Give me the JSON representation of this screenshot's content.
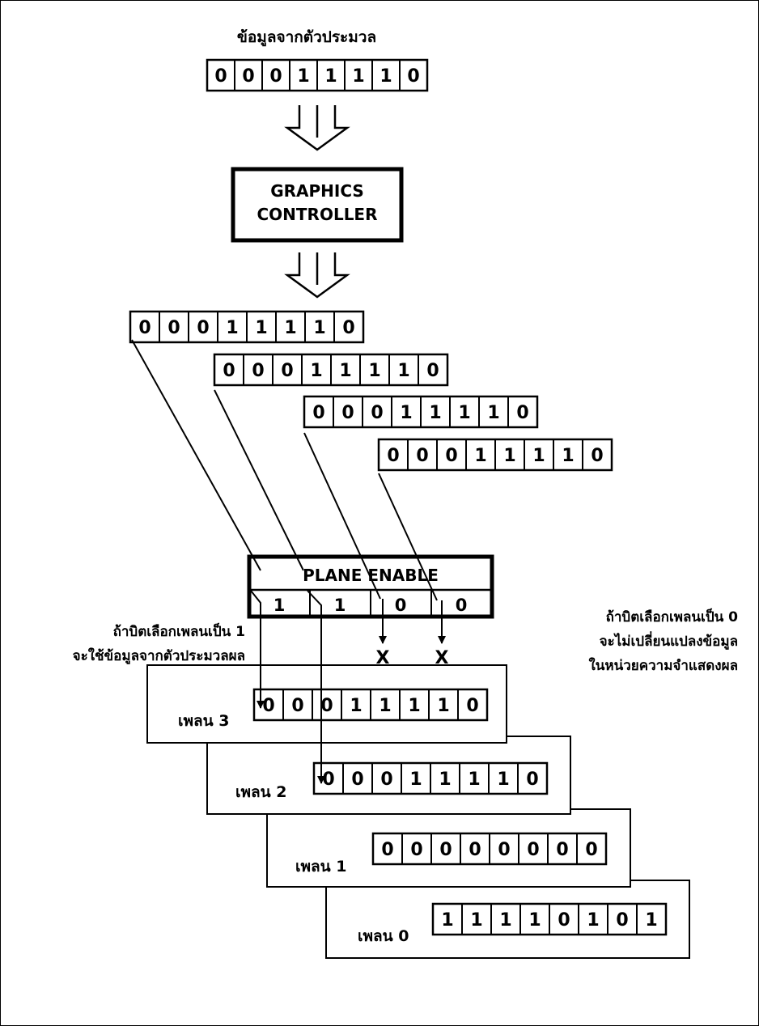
{
  "processor_label": "ข้อมูลจากตัวประมวล",
  "processor_bits": [
    "0",
    "0",
    "0",
    "1",
    "1",
    "1",
    "1",
    "0"
  ],
  "controller": {
    "line1": "GRAPHICS",
    "line2": "CONTROLLER"
  },
  "replicated_bits": [
    [
      "0",
      "0",
      "0",
      "1",
      "1",
      "1",
      "1",
      "0"
    ],
    [
      "0",
      "0",
      "0",
      "1",
      "1",
      "1",
      "1",
      "0"
    ],
    [
      "0",
      "0",
      "0",
      "1",
      "1",
      "1",
      "1",
      "0"
    ],
    [
      "0",
      "0",
      "0",
      "1",
      "1",
      "1",
      "1",
      "0"
    ]
  ],
  "plane_enable": {
    "title": "PLANE ENABLE",
    "bits": [
      "1",
      "1",
      "0",
      "0"
    ]
  },
  "x_marks": [
    "X",
    "X"
  ],
  "note_left": {
    "line1": "ถ้าบิตเลือกเพลนเป็น 1",
    "line2": "จะใช้ข้อมูลจากตัวประมวลผล"
  },
  "note_right": {
    "line1": "ถ้าบิตเลือกเพลนเป็น 0",
    "line2": "จะไม่เปลี่ยนแปลงข้อมูล",
    "line3": "ในหน่วยความจำแสดงผล"
  },
  "planes": [
    {
      "label": "เพลน 3",
      "bits": [
        "0",
        "0",
        "0",
        "1",
        "1",
        "1",
        "1",
        "0"
      ]
    },
    {
      "label": "เพลน 2",
      "bits": [
        "0",
        "0",
        "0",
        "1",
        "1",
        "1",
        "1",
        "0"
      ]
    },
    {
      "label": "เพลน 1",
      "bits": [
        "0",
        "0",
        "0",
        "0",
        "0",
        "0",
        "0",
        "0"
      ]
    },
    {
      "label": "เพลน 0",
      "bits": [
        "1",
        "1",
        "1",
        "1",
        "0",
        "1",
        "0",
        "1"
      ]
    }
  ]
}
